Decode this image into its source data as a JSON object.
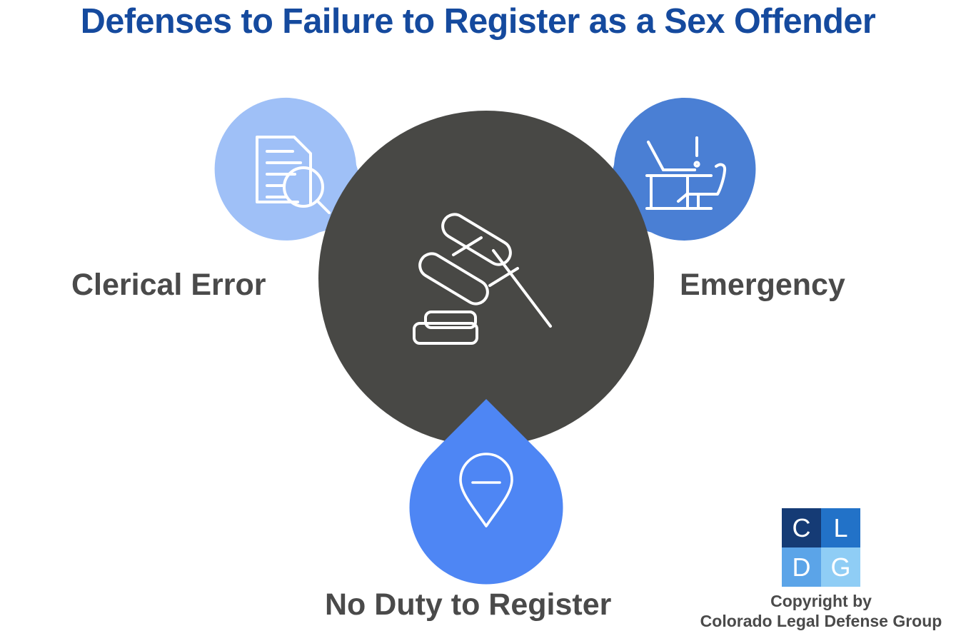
{
  "title": "Defenses to Failure to Register as a Sex Offender",
  "theme": {
    "title_color": "#154A9E",
    "label_color": "#4A4A4A",
    "hub_color": "#484845",
    "bubble_left_color": "#9FC0F7",
    "bubble_right_color": "#4A7FD4",
    "bubble_bottom_color": "#4E86F4",
    "icon_stroke": "#FFFFFF",
    "background": "#FFFFFF"
  },
  "hub": {
    "icon": "gavel-icon",
    "icon_label": "gavel"
  },
  "nodes": [
    {
      "id": "clerical-error",
      "label": "Clerical Error",
      "icon": "document-search-icon",
      "color": "#9FC0F7",
      "position": "left"
    },
    {
      "id": "emergency",
      "label": "Emergency",
      "icon": "empty-desk-alert-icon",
      "color": "#4A7FD4",
      "position": "right"
    },
    {
      "id": "no-duty-to-register",
      "label": "No Duty to Register",
      "icon": "map-pin-minus-icon",
      "color": "#4E86F4",
      "position": "bottom"
    }
  ],
  "footer": {
    "logo": {
      "cells": [
        "C",
        "L",
        "D",
        "G"
      ],
      "colors": [
        "#153B75",
        "#2272C8",
        "#5BA4E8",
        "#8FCDF5"
      ]
    },
    "copyright_line_1": "Copyright by",
    "copyright_line_2": "Colorado Legal Defense Group"
  }
}
